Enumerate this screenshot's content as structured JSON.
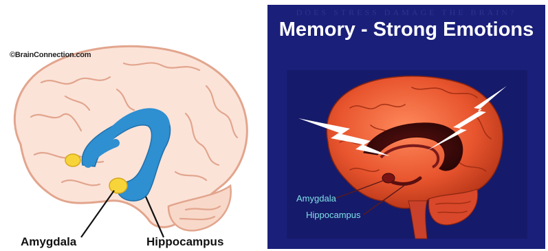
{
  "left_diagram": {
    "credit": "©BrainConnection.com",
    "labels": {
      "amygdala": "Amygdala",
      "hippocampus": "Hippocampus"
    },
    "colors": {
      "brain_fill": "#fbe3d8",
      "brain_outline": "#e2a58d",
      "hippocampus": "#2e8fd1",
      "amygdala": "#f7d43a"
    }
  },
  "right_slide": {
    "faint_banner": "DOES STRESS DAMAGE THE BRAIN?",
    "title": "Memory - Strong Emotions",
    "labels": {
      "amygdala": "Amygdala",
      "hippocampus": "Hippocampus"
    },
    "colors": {
      "background": "#1a1f7a",
      "brain": "#e8552e",
      "label_text": "#7fe0e6",
      "title_text": "#ffffff"
    }
  }
}
